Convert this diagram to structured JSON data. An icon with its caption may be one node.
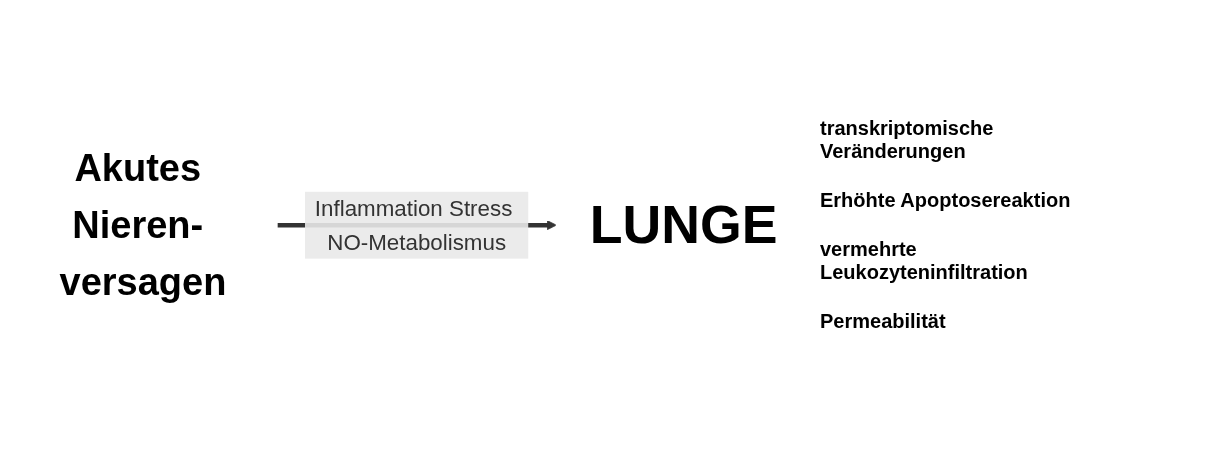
{
  "diagram": {
    "nodes": [
      {
        "text": [
          "Akutes Nieren- versagen"
        ]
      },
      {
        "text": [
          "LUNGE"
        ]
      }
    ],
    "edges": [
      {
        "from": 0,
        "to": 1,
        "arrow": "to",
        "label": "Inflammation Stress NO-Metabolismus"
      }
    ],
    "labels": [
      "transkriptomische Veränderungen",
      "Erhöhte Apoptosereaktion",
      "vermehrte Leukozyteninfiltration",
      "Permeabilität"
    ]
  }
}
